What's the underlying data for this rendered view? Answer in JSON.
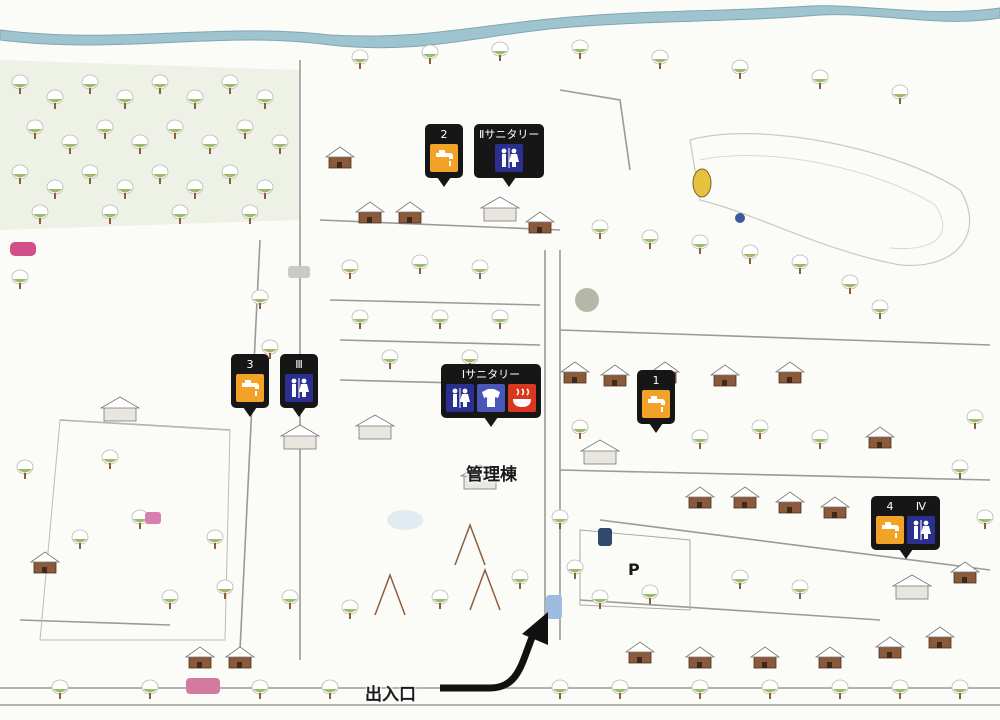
{
  "map": {
    "admin_label": "管理棟",
    "entrance_label": "出入口",
    "parking_label": "P"
  },
  "markers": {
    "faucet_1": {
      "label": "1",
      "icons": [
        "faucet-icon"
      ]
    },
    "faucet_2": {
      "label": "2",
      "icons": [
        "faucet-icon"
      ]
    },
    "faucet_3": {
      "label": "3",
      "icons": [
        "faucet-icon"
      ]
    },
    "faucet_4_sanitary_4": {
      "label_a": "4",
      "label_b": "Ⅳ",
      "icons": [
        "faucet-icon",
        "restroom-icon"
      ]
    },
    "sanitary_1": {
      "label": "Ⅰサニタリー",
      "icons": [
        "restroom-icon",
        "laundry-icon",
        "shower-icon"
      ]
    },
    "sanitary_2": {
      "label": "Ⅱサニタリー",
      "icons": [
        "restroom-icon"
      ]
    },
    "sanitary_3": {
      "label": "Ⅲ",
      "icons": [
        "restroom-icon"
      ]
    }
  },
  "colors": {
    "faucet_bg": "#f2a327",
    "restroom_bg": "#2b2f8f",
    "laundry_bg": "#4a57b8",
    "shower_bg": "#d9371e",
    "pin_bg": "#161616",
    "snow": "#fbfbf8",
    "tree_green": "#9dbb6a",
    "road": "#9a9a9a",
    "river": "#9ec4cf"
  }
}
